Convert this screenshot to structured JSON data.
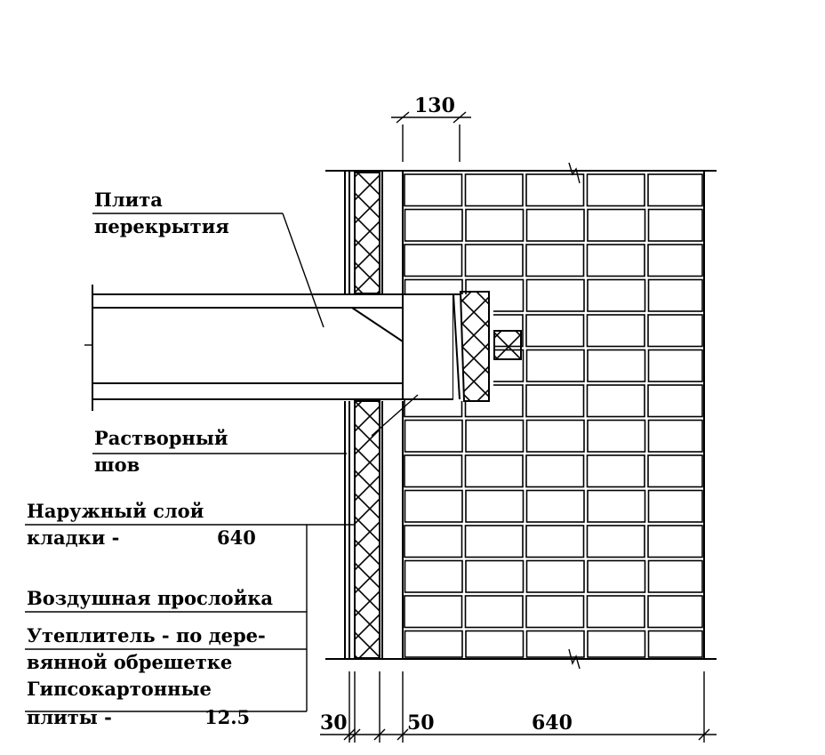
{
  "labels": {
    "slab_line1": "Плита",
    "slab_line2": "перекрытия",
    "mortar_line1": "Растворный",
    "mortar_line2": "шов",
    "outer_line1": "Наружный слой",
    "outer_line2": "кладки -",
    "outer_value": "640",
    "air_gap": "Воздушная прослойка",
    "insul_line1": "Утеплитель - по дере-",
    "insul_line2": "вянной обрешетке",
    "gypsum_line1": "Гипсокартонные",
    "gypsum_line2": "плиты -",
    "gypsum_value": "12.5"
  },
  "dimensions": {
    "top": "130",
    "bottom_1": "30",
    "bottom_2": "50",
    "bottom_3": "640"
  }
}
